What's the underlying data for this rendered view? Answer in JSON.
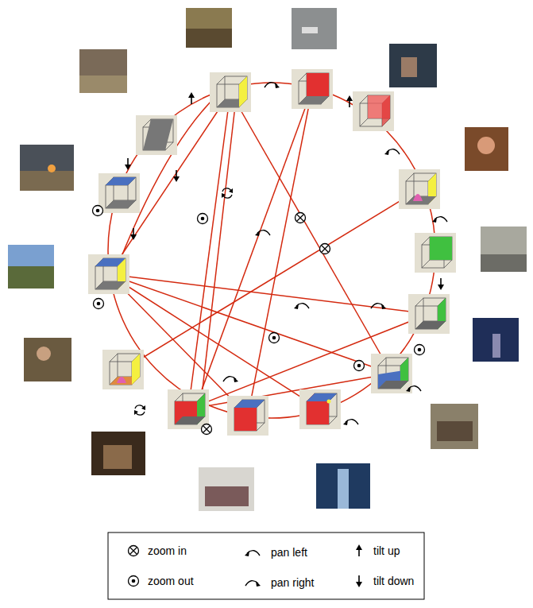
{
  "diagram": {
    "legend": [
      {
        "text": "zoom in"
      },
      {
        "text": "pan left"
      },
      {
        "text": "tilt up"
      },
      {
        "text": "zoom out"
      },
      {
        "text": "pan right"
      },
      {
        "text": "tilt down"
      }
    ]
  }
}
